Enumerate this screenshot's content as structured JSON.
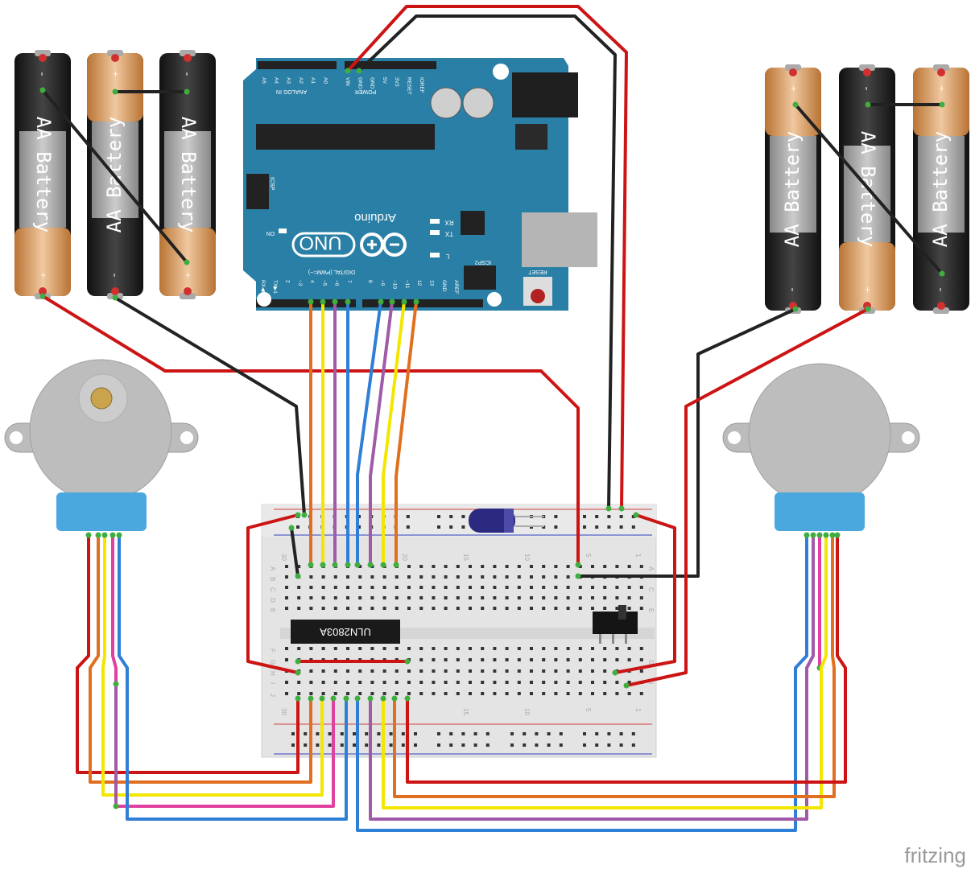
{
  "colors": {
    "red": "#cc1414",
    "black": "#222222",
    "orange": "#e07020",
    "yellow": "#f3e600",
    "purple": "#a05aa8",
    "blue": "#2f7fd6",
    "pink": "#e040a0",
    "board": "#2a7fa6",
    "breadboard": "#e6e6e6"
  },
  "batteries": {
    "label": "AA Battery",
    "plus": "+",
    "minus": "-"
  },
  "arduino": {
    "brand": "Arduino",
    "model": "UNO",
    "analog_label": "ANALOG IN",
    "analog_pins": [
      "A5",
      "A4",
      "A3",
      "A2",
      "A1",
      "A0"
    ],
    "power_label": "POWER",
    "power_pins": [
      "VIN",
      "GND",
      "GND",
      "5V",
      "3V3",
      "RESET",
      "IOREF"
    ],
    "digital_label": "DIGITAL (PWM=~)",
    "digital_pins": [
      "7",
      "~6",
      "~5",
      "4",
      "~3",
      "2",
      "TX▶1",
      "RX◀0"
    ],
    "digital_pins_hi": [
      "8",
      "~9",
      "~10",
      "~11",
      "12",
      "13",
      "GND",
      "AREF"
    ],
    "icsp": "ICSP",
    "icsp2": "ICSP2",
    "reset": "RESET",
    "on": "ON",
    "rx": "RX",
    "tx": "TX",
    "l": "L"
  },
  "chip": {
    "label": "ULN2803A"
  },
  "breadboard": {
    "cols_top": [
      "30",
      "20",
      "15",
      "10",
      "5",
      "1"
    ],
    "rows_top": [
      "A",
      "B",
      "C",
      "D",
      "E"
    ],
    "rows_bottom": [
      "F",
      "G",
      "H",
      "I",
      "J"
    ]
  },
  "watermark": "fritzing"
}
